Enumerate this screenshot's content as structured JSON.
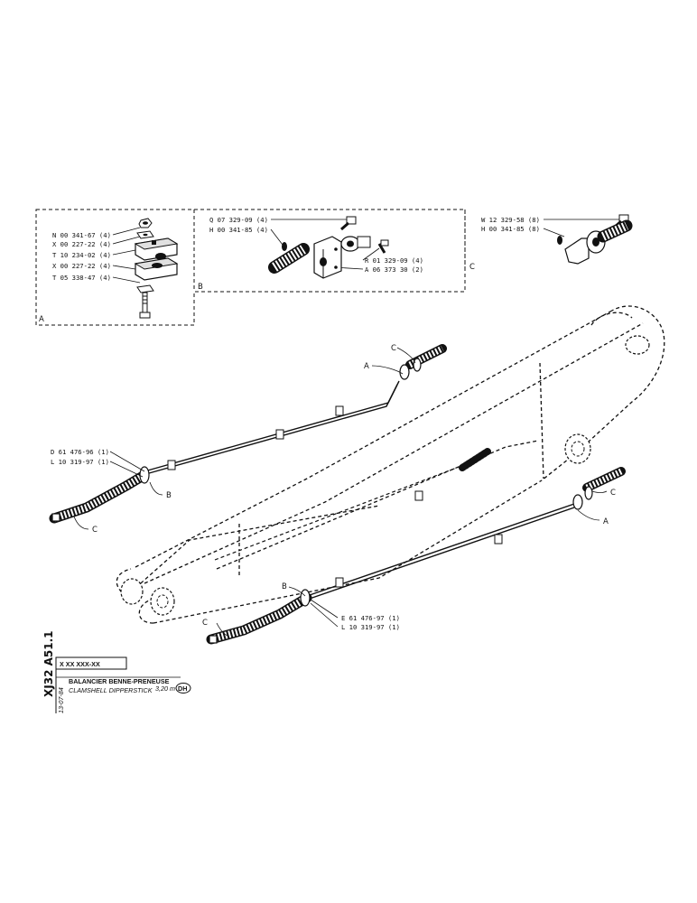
{
  "detail_a": {
    "letter": "A",
    "parts": [
      "N 00 341-67 (4)",
      "X 00 227-22 (4)",
      "T 10 234-02 (4)",
      "X 00 227-22 (4)",
      "T 05 338-47 (4)"
    ]
  },
  "detail_b": {
    "letter": "B",
    "parts_left": [
      "Q 07 329-09 (4)",
      "H 00 341-85 (4)"
    ],
    "parts_right": [
      "R 01 329-09 (4)",
      "A 06 373 30 (2)"
    ]
  },
  "detail_c": {
    "letter": "C",
    "parts": [
      "W 12 329-58 (8)",
      "H 00 341-85 (8)"
    ]
  },
  "callouts": {
    "top_left": [
      "D 61 476-96 (1)",
      "L 10 319-97 (1)"
    ],
    "bottom_right": [
      "E 61 476-97 (1)",
      "L 10 319-97 (1)"
    ],
    "letters": {
      "a": "A",
      "b": "B",
      "c": "C"
    }
  },
  "title_block": {
    "code_vertical": "XJ32 A51.1",
    "ref": "X XX XXX-XX",
    "date": "13-07-84",
    "title_fr": "BALANCIER BENNE-PRENEUSE",
    "title_en": "CLAMSHELL DIPPERSTICK",
    "length": "3,20 m",
    "badge": "DH"
  }
}
